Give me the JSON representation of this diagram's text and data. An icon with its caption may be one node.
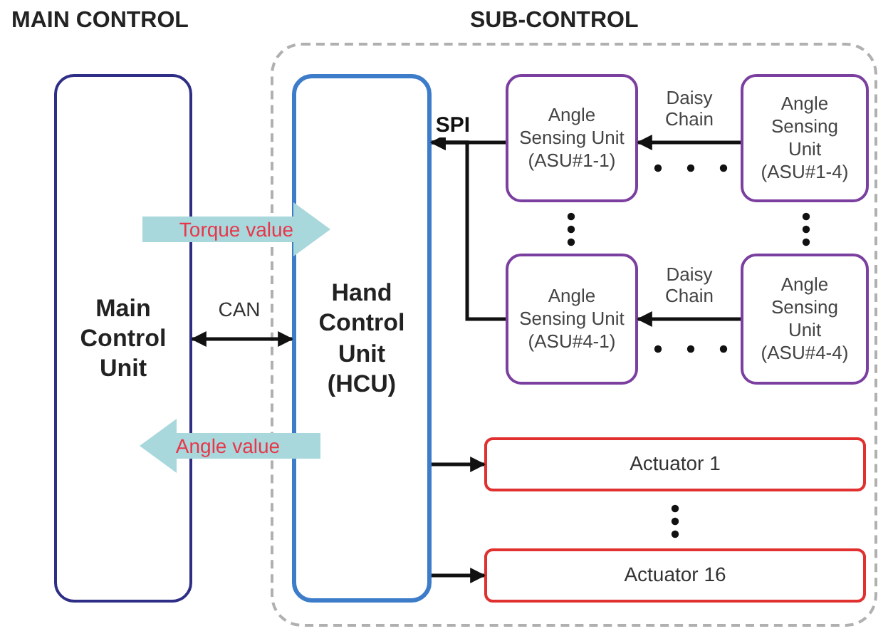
{
  "diagram": {
    "nodes": [
      {
        "text": [
          "MAIN CONTROL",
          "Main Control Unit"
        ]
      },
      {
        "text": [
          "SUB-CONTROL"
        ]
      },
      {
        "text": [
          "Hand Control Unit (HCU)"
        ],
        "in": 1
      },
      {
        "text": [
          "Angle Sensing Unit (ASU#1-1)"
        ],
        "in": 1
      },
      {
        "text": [
          "Angle Sensing Unit (ASU#1-4)"
        ],
        "in": 1
      },
      {
        "text": [
          "Angle Sensing Unit (ASU#4-1)"
        ],
        "in": 1
      },
      {
        "text": [
          "Angle Sensing Unit (ASU#4-4)"
        ],
        "in": 1
      },
      {
        "text": [
          "Actuator 1"
        ],
        "in": 1
      },
      {
        "text": [
          "Actuator 16"
        ],
        "in": 1
      }
    ],
    "edges": [
      {
        "from": 0,
        "to": 2,
        "arrow": "to",
        "label": "Torque value",
        "style": "thick",
        "color": "#a8d8dc"
      },
      {
        "from": 2,
        "to": 0,
        "arrow": "to",
        "label": "Angle value",
        "style": "thick",
        "color": "#a8d8dc"
      },
      {
        "from": 0,
        "to": 2,
        "arrow": "both",
        "label": "CAN"
      },
      {
        "from": 3,
        "to": 2,
        "arrow": "to",
        "label": "SPI"
      },
      {
        "from": 5,
        "to": 2,
        "arrow": "to"
      },
      {
        "from": 4,
        "to": 3,
        "arrow": "to",
        "label": "Daisy Chain"
      },
      {
        "from": 6,
        "to": 5,
        "arrow": "to",
        "label": "Daisy Chain"
      },
      {
        "from": 2,
        "to": 7,
        "arrow": "to"
      },
      {
        "from": 2,
        "to": 8,
        "arrow": "to"
      }
    ]
  }
}
